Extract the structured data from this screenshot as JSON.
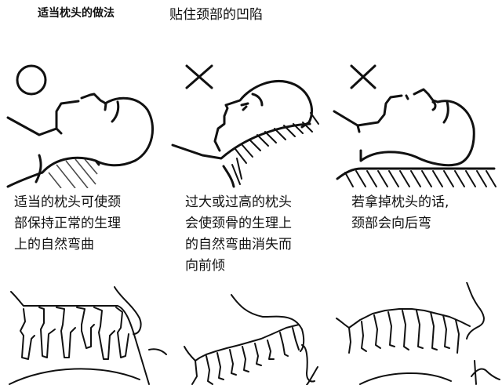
{
  "header": {
    "title": "适当枕头的做法",
    "subtitle": "贴住颈部的凹陷"
  },
  "panels": [
    {
      "marker": "circle-ok",
      "caption": [
        "适当的枕头可使颈",
        "部保持正常的生理",
        "上的自然弯曲"
      ]
    },
    {
      "marker": "cross-wrong",
      "caption": [
        "过大或过高的枕头",
        "会使颈骨的生理上",
        "的自然弯曲消失而",
        "向前倾"
      ]
    },
    {
      "marker": "cross-wrong",
      "caption": [
        "若拿掉枕头的话,",
        "颈部会向后弯"
      ]
    }
  ],
  "colors": {
    "ink": "#111111",
    "background": "#ffffff"
  }
}
